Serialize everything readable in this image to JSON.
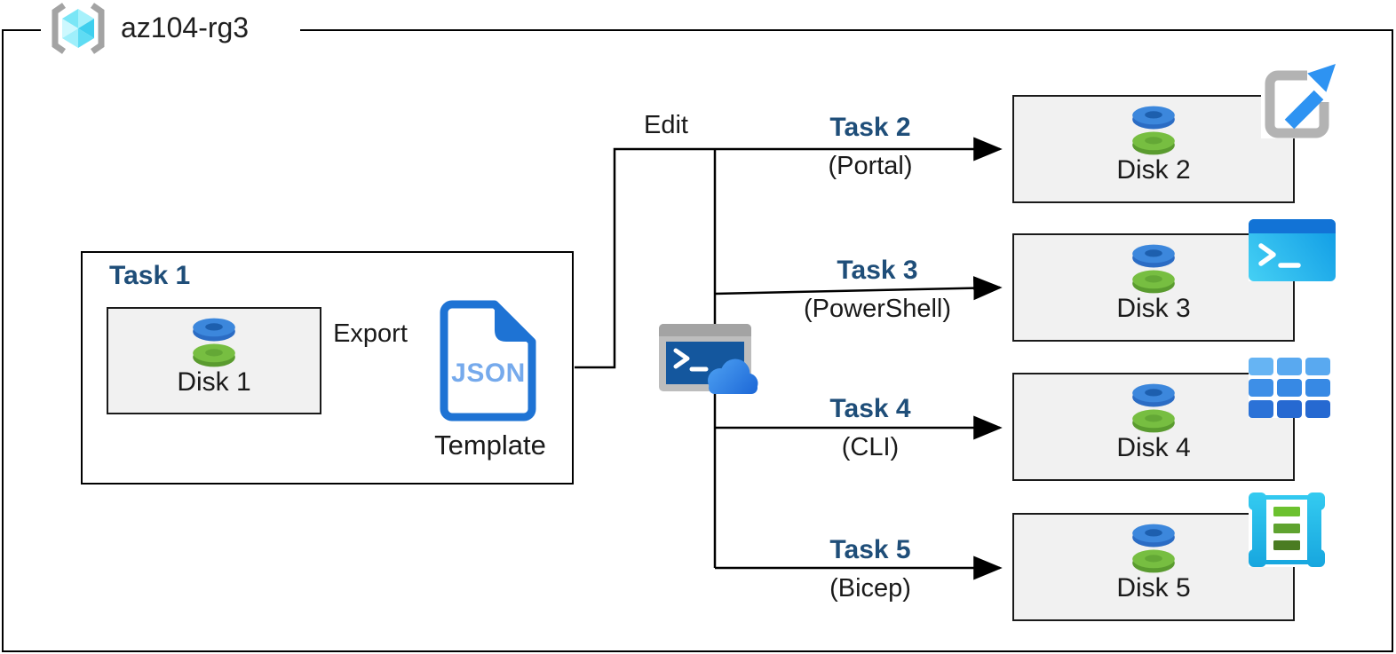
{
  "resource_group": {
    "name": "az104-rg3"
  },
  "task1": {
    "title": "Task 1",
    "disk_label": "Disk 1",
    "export_label": "Export",
    "json_badge": "JSON",
    "template_label": "Template"
  },
  "edit_label": "Edit",
  "branches": [
    {
      "task": "Task 2",
      "method": "(Portal)",
      "disk_label": "Disk 2",
      "icon": "portal-launch-icon"
    },
    {
      "task": "Task 3",
      "method": "(PowerShell)",
      "disk_label": "Disk 3",
      "icon": "powershell-icon"
    },
    {
      "task": "Task 4",
      "method": "(CLI)",
      "disk_label": "Disk 4",
      "icon": "cli-grid-icon"
    },
    {
      "task": "Task 5",
      "method": "(Bicep)",
      "disk_label": "Disk 5",
      "icon": "bicep-template-icon"
    }
  ],
  "icons": {
    "resource_group": "resource-group-icon",
    "disk": "managed-disk-icon",
    "json_file": "json-file-icon",
    "cloud_shell": "cloud-shell-icon"
  },
  "colors": {
    "task_heading": "#1F4E79",
    "box_fill": "#F1F1F1",
    "connector": "#000000",
    "json_text": "#76AAEC",
    "azure_blue": "#2E93F2",
    "disk_blue": "#3C87DC",
    "disk_green": "#77BE41",
    "icon_cyan": "#29C2EA"
  }
}
